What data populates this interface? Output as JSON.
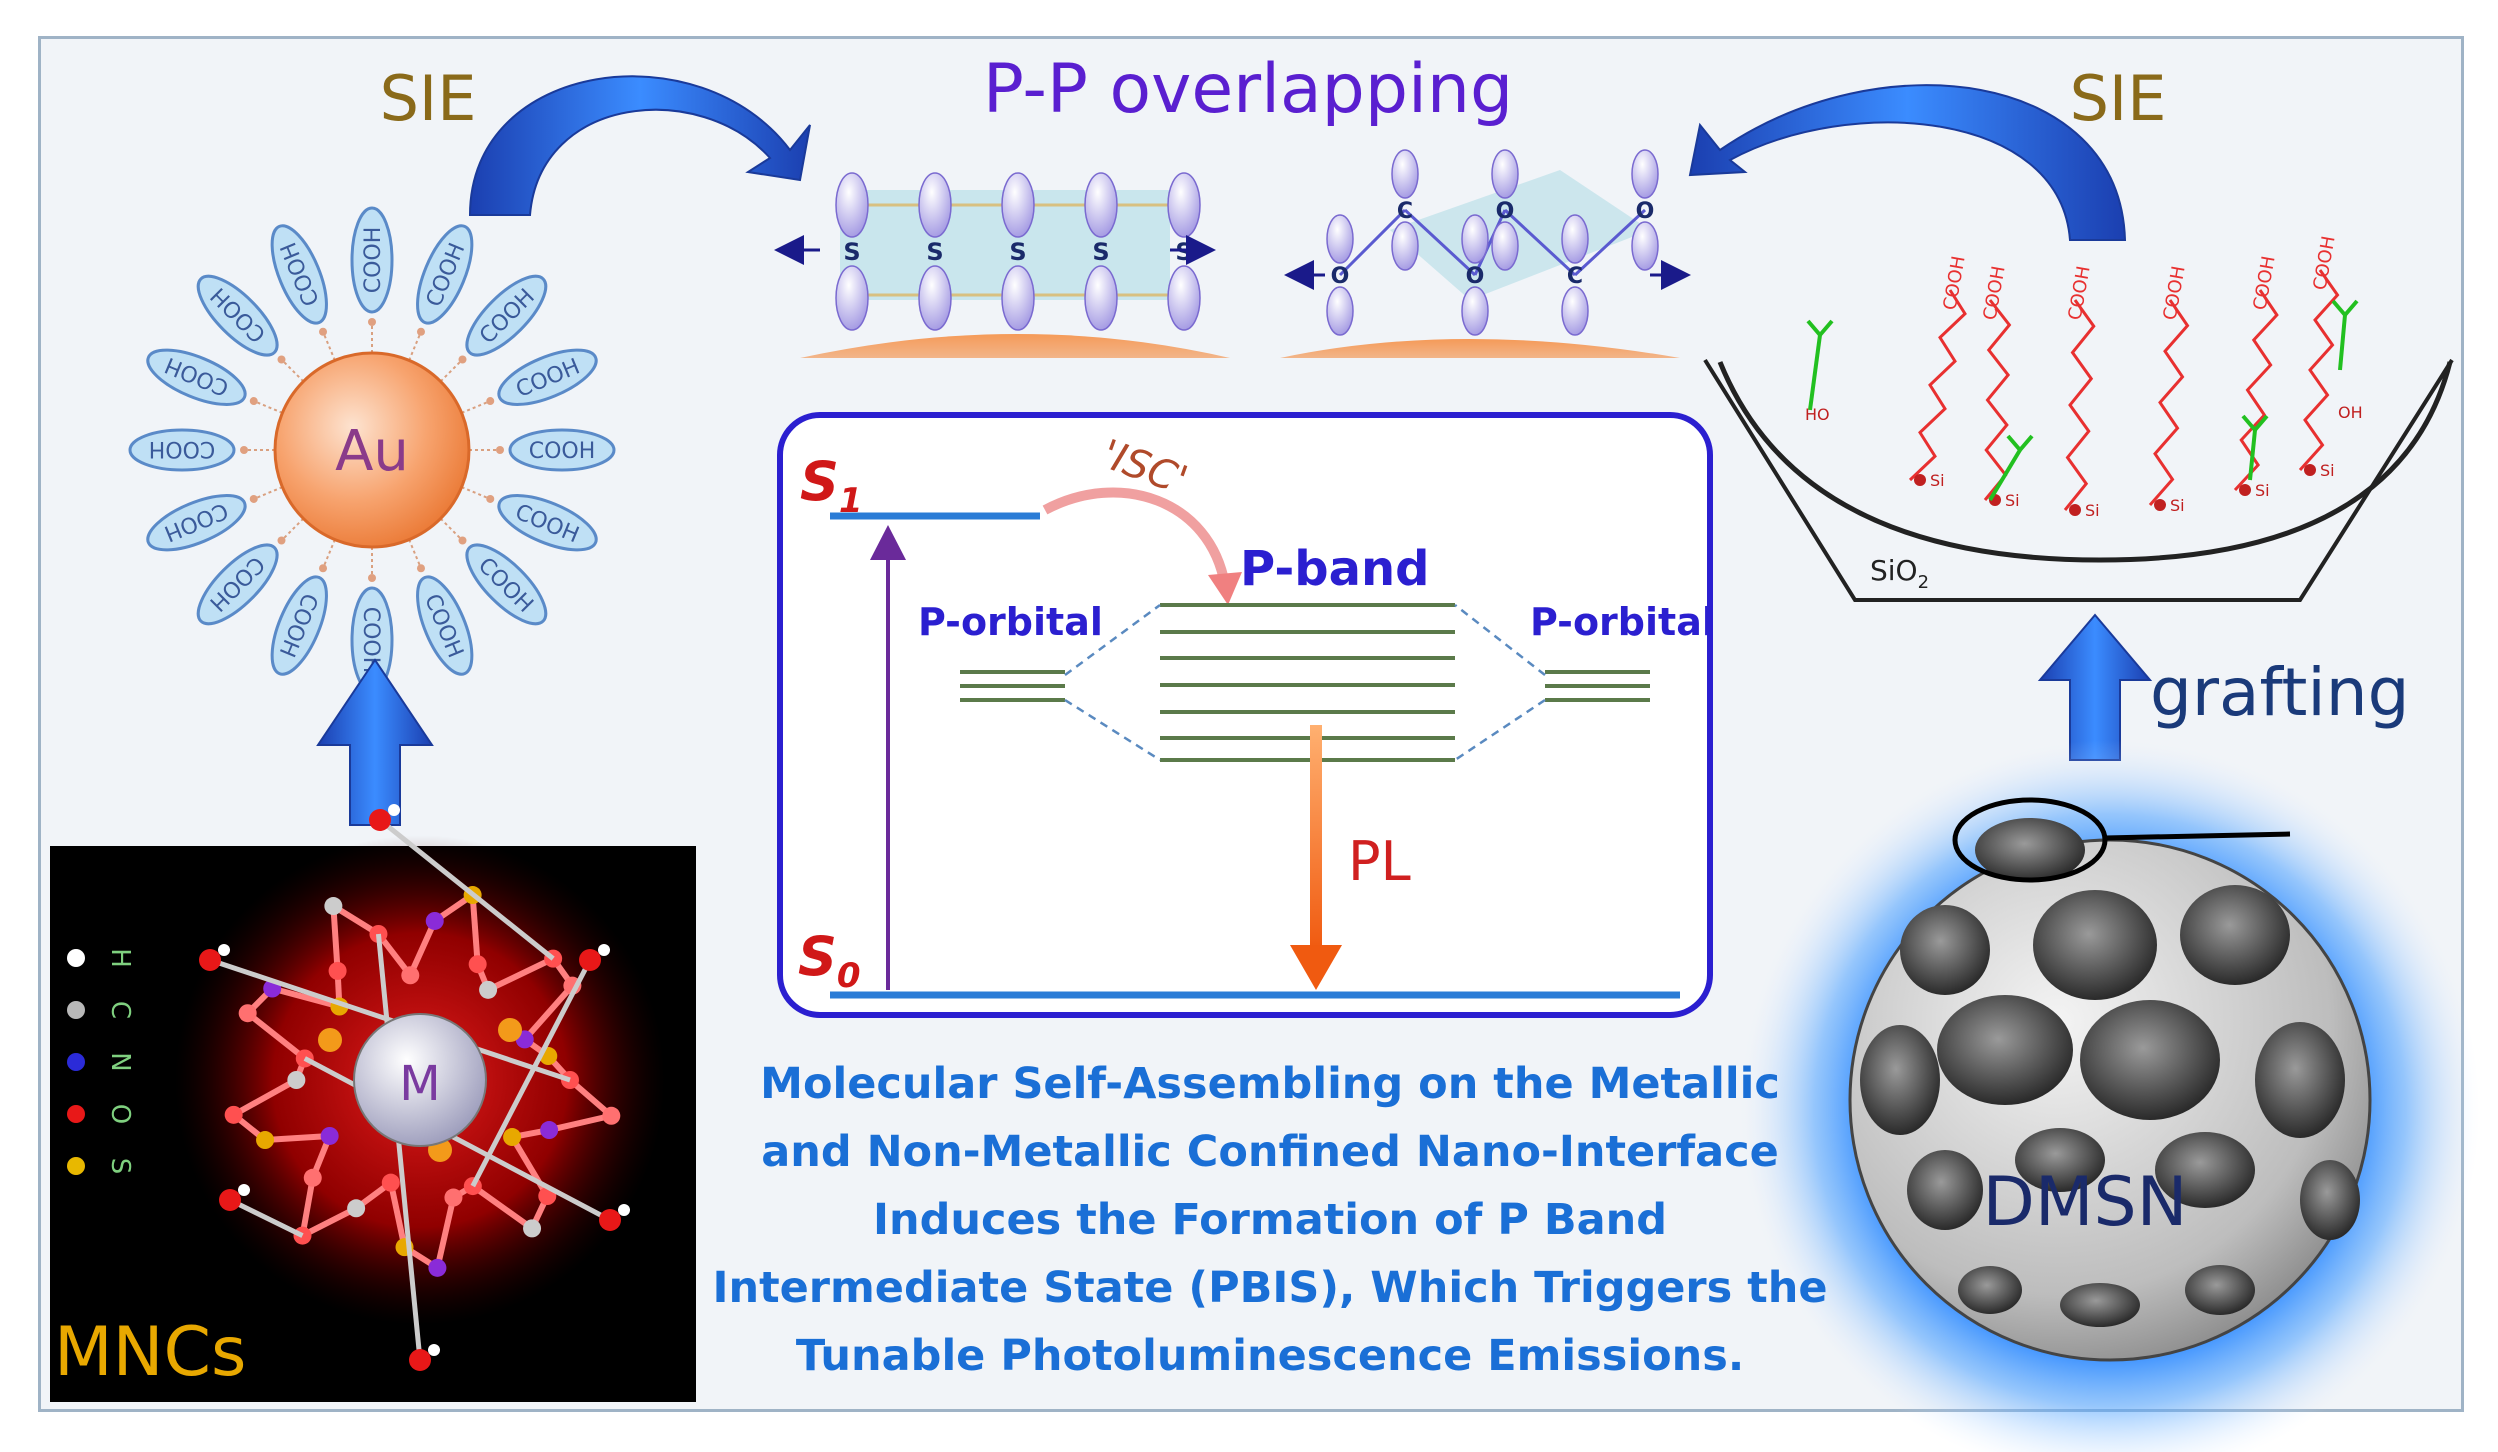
{
  "labels": {
    "pp_overlapping": "P-P overlapping",
    "sie_left": "SIE",
    "sie_right": "SIE",
    "au": "Au",
    "cooh": "COOH",
    "s_atom": "S",
    "c_atom": "C",
    "o_atom": "O",
    "mncs": "MNCs",
    "metal_m": "M",
    "grafting": "grafting",
    "dmsn": "DMSN",
    "sio2": "SiO",
    "sio2_sub": "2",
    "si": "Si",
    "ho": "HO",
    "oh": "OH",
    "s1": "S",
    "s1_sub": "1",
    "s0": "S",
    "s0_sub": "0",
    "isc": "'ISC'",
    "p_band": "P-band",
    "p_orbital_left": "P-orbital",
    "p_orbital_right": "P-orbital",
    "pl": "PL"
  },
  "legend": [
    {
      "symbol": "H",
      "color": "#ffffff"
    },
    {
      "symbol": "C",
      "color": "#b8b8b8"
    },
    {
      "symbol": "N",
      "color": "#2b2bd8"
    },
    {
      "symbol": "O",
      "color": "#e81818"
    },
    {
      "symbol": "S",
      "color": "#e8b800"
    }
  ],
  "caption": [
    "Molecular Self-Assembling on the Metallic",
    "and Non-Metallic Confined Nano-Interface",
    "Induces the Formation of P Band",
    "Intermediate State (PBIS), Which Triggers the",
    "Tunable  Photoluminescence Emissions."
  ],
  "colors": {
    "arrow_blue": "#1f5fd6",
    "title_purple": "#5a1fd0",
    "sie_brown": "#8a6a1a",
    "mncs_gold": "#e8a800",
    "pl_orange": "#f06a1a",
    "caption_blue": "#1a6fd6",
    "band_green": "#5b7a4a",
    "ligand_red": "#e83030",
    "ligand_green": "#22c020"
  }
}
